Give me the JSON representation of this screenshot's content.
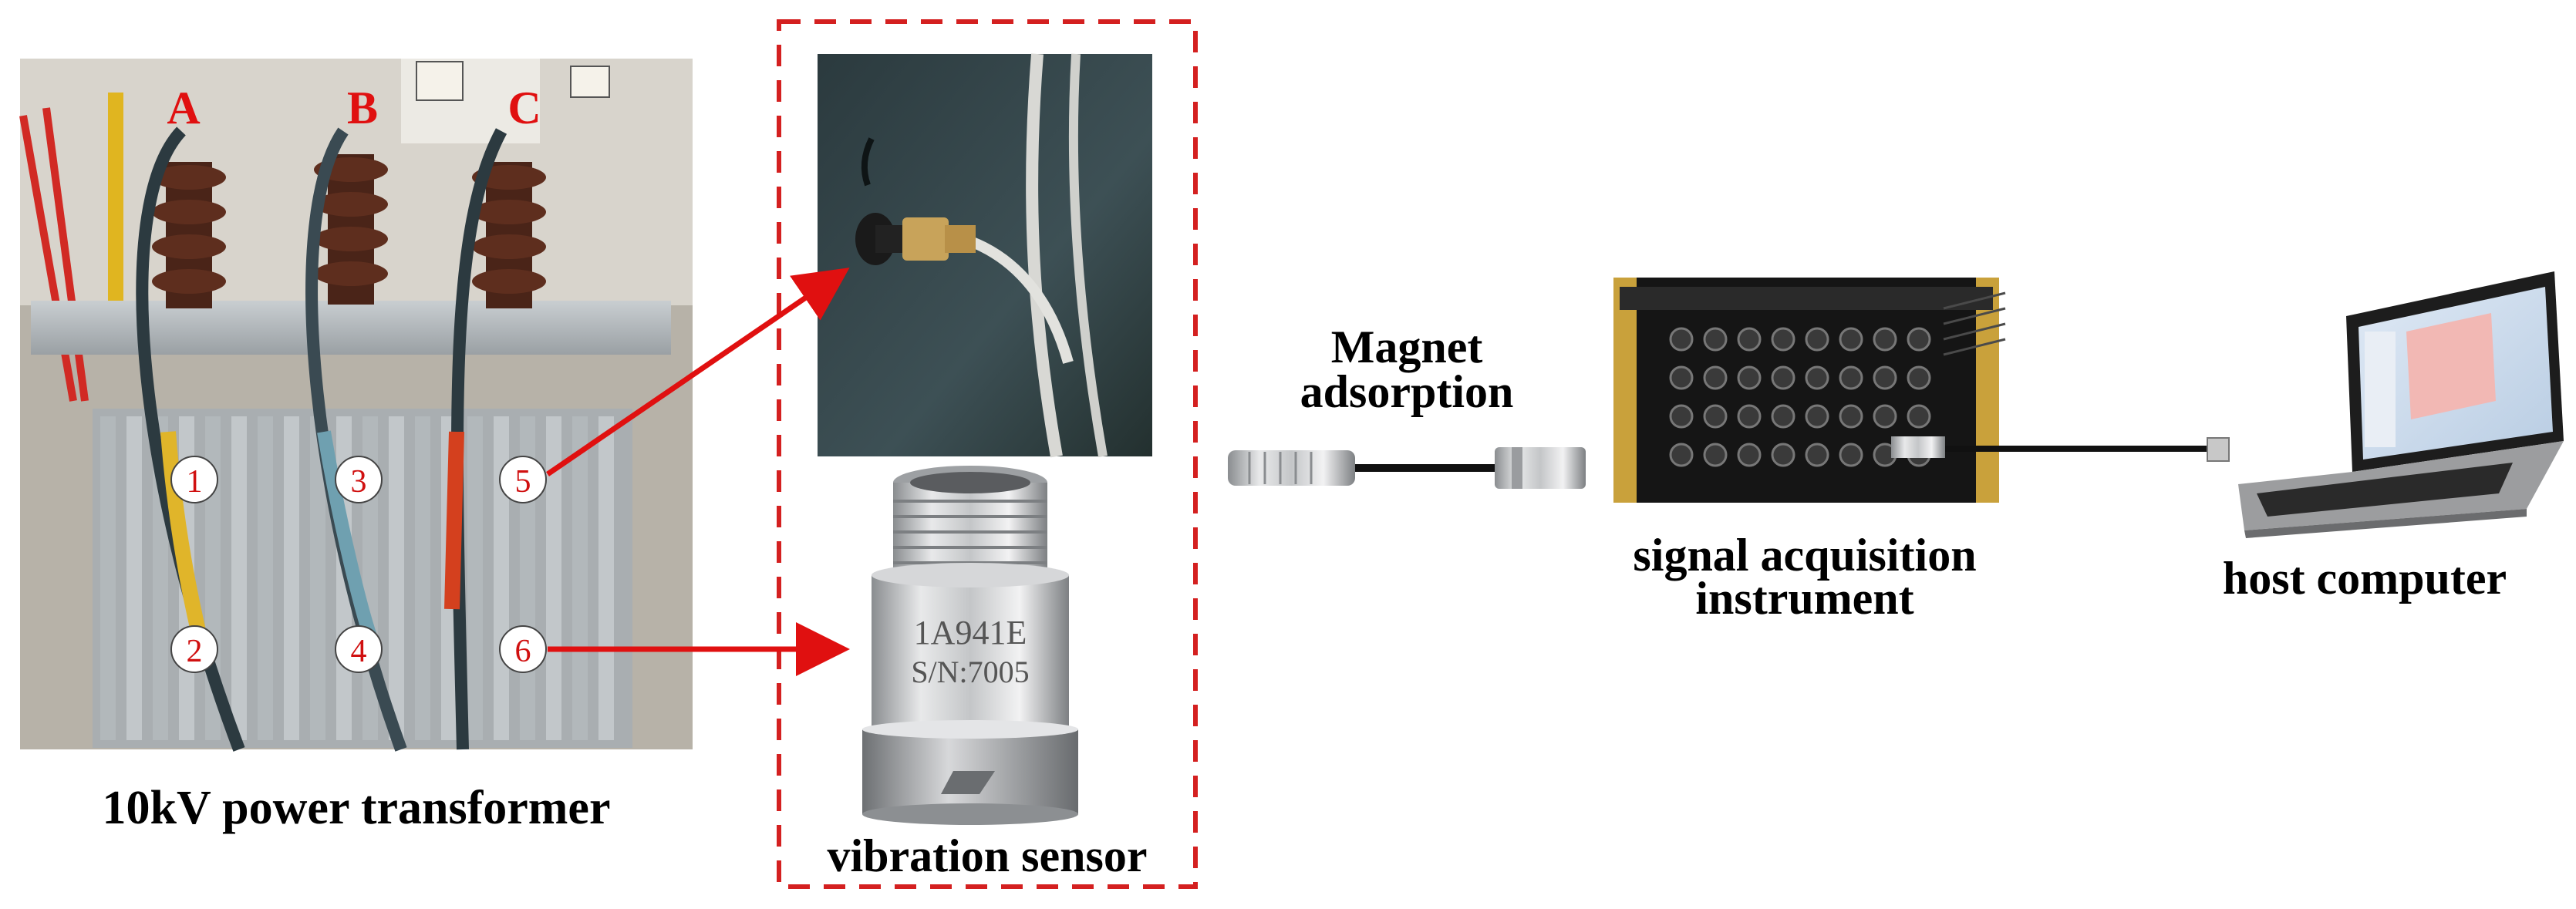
{
  "labels": {
    "transformer": "10kV power transformer",
    "sensor": "vibration sensor",
    "magnet_line1": "Magnet",
    "magnet_line2": "adsorption",
    "instrument_line1": "signal acquisition",
    "instrument_line2": "instrument",
    "computer": "host computer"
  },
  "phases": [
    "A",
    "B",
    "C"
  ],
  "measurement_points": [
    "1",
    "2",
    "3",
    "4",
    "5",
    "6"
  ],
  "sensor_engraving": {
    "model": "1A941E",
    "serial": "S/N:7005"
  },
  "colors": {
    "arrow": "#e01010",
    "dashed_frame": "#d42020",
    "phase_label": "#e01010",
    "point_number": "#d01010"
  },
  "icons": [
    "transformer-photo",
    "sensor-mount-photo",
    "accelerometer-icon",
    "cable-icon",
    "daq-chassis-icon",
    "laptop-icon"
  ]
}
